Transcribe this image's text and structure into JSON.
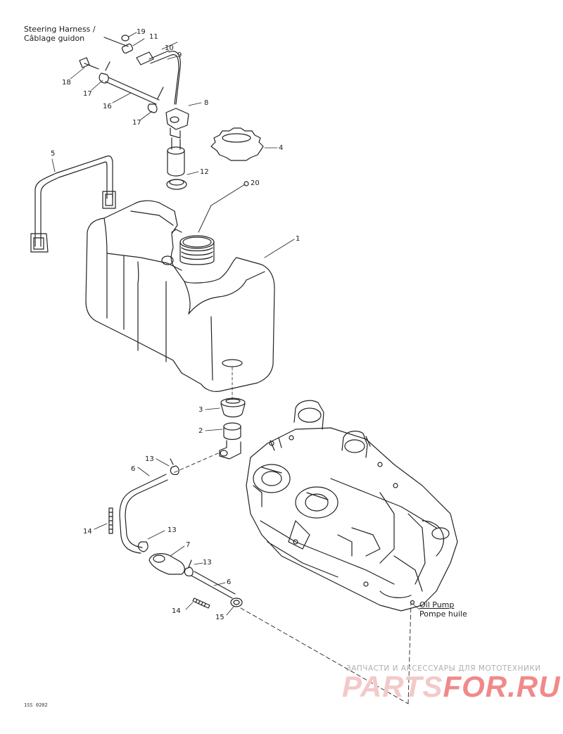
{
  "labels": {
    "steering_harness_line1": "Steering Harness /",
    "steering_harness_line2": "Câblage guidon",
    "oil_pump_line1": "Oil Pump",
    "oil_pump_line2": "Pompe huile"
  },
  "callouts": {
    "p1": "1",
    "p2": "2",
    "p3": "3",
    "p4": "4",
    "p5": "5",
    "p6a": "6",
    "p6b": "6",
    "p7": "7",
    "p8": "8",
    "p9": "9",
    "p10": "10",
    "p11": "11",
    "p12": "12",
    "p13a": "13",
    "p13b": "13",
    "p13c": "13",
    "p14a": "14",
    "p14b": "14",
    "p15": "15",
    "p16": "16",
    "p17a": "17",
    "p17b": "17",
    "p18": "18",
    "p19": "19",
    "p20": "20"
  },
  "watermark": {
    "text": "ЗАПЧАСТИ И АКСЕССУАРЫ ДЛЯ МОТОТЕХНИКИ",
    "logo_part1": "PARTS",
    "logo_part2": "FOR.RU"
  },
  "drawing_code": "1SS 0202"
}
